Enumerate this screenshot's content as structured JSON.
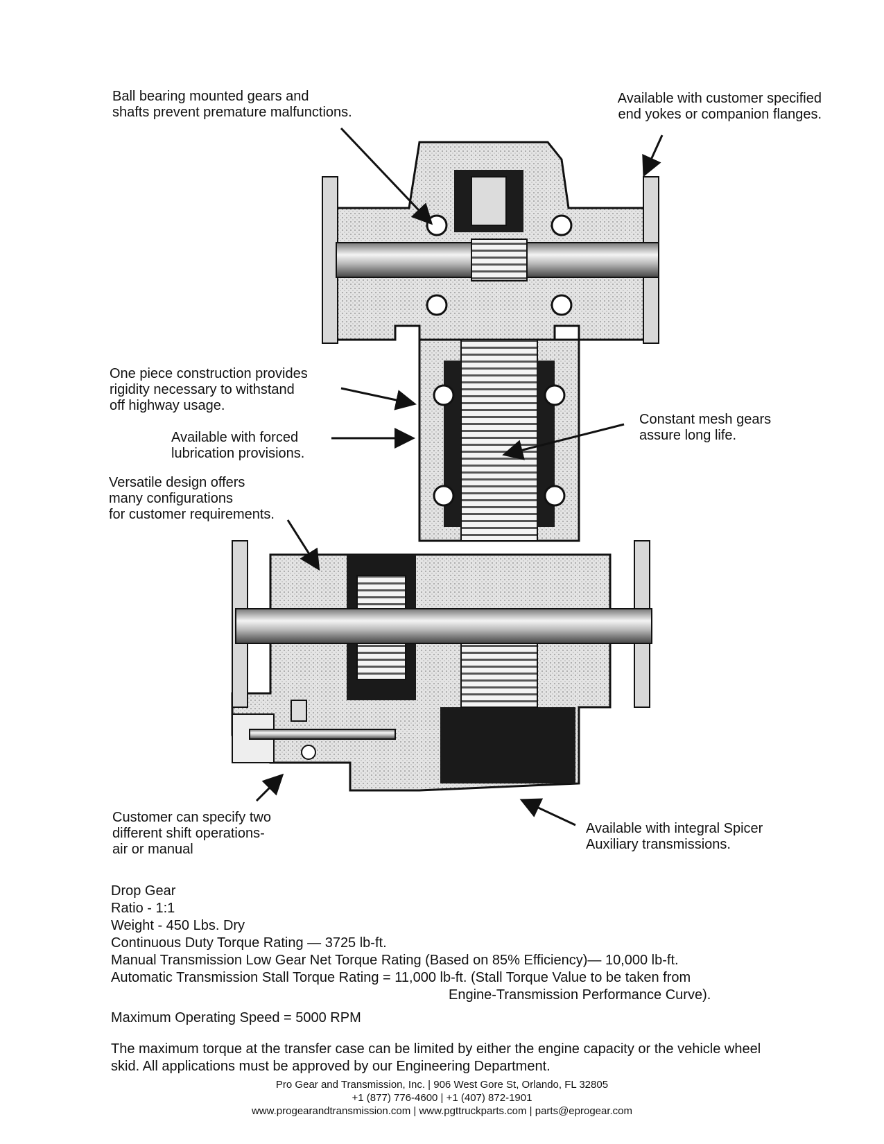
{
  "callouts": {
    "ball_bearing": "Ball bearing mounted gears and\nshafts prevent premature malfunctions.",
    "end_yokes": "Available with customer specified\nend yokes or companion flanges.",
    "one_piece": "One piece construction provides\nrigidity necessary to withstand\noff highway usage.",
    "forced_lube": "Available with forced\nlubrication provisions.",
    "constant_mesh": "Constant mesh gears\nassure long life.",
    "versatile": "Versatile design offers\nmany configurations\nfor customer requirements.",
    "shift_ops": "Customer can specify two\ndifferent shift operations-\nair or manual",
    "spicer": "Available with integral Spicer\nAuxiliary transmissions."
  },
  "specs": {
    "title": "Drop Gear",
    "ratio": "Ratio - 1:1",
    "weight": "Weight - 450 Lbs. Dry",
    "continuous": "Continuous Duty Torque Rating — 3725 lb-ft.",
    "manual": "Manual Transmission Low Gear Net Torque Rating (Based on 85% Efficiency)— 10,000 lb-ft.",
    "automatic": "Automatic Transmission Stall Torque Rating = 11,000 lb-ft. (Stall Torque Value to be taken from",
    "automatic_cont": "Engine-Transmission Performance Curve).",
    "max_speed": "Maximum Operating Speed = 5000 RPM"
  },
  "note": "The maximum torque at the transfer case can be limited by either the engine capacity or the vehicle wheel skid. All applications must be approved by our Engineering Department.",
  "footer": {
    "line1": "Pro Gear and Transmission, Inc. | 906 West Gore St, Orlando, FL  32805",
    "line2": "+1 (877) 776-4600 | +1 (407) 872-1901",
    "line3": "www.progearandtransmission.com | www.pgttruckparts.com | parts@eprogear.com"
  }
}
